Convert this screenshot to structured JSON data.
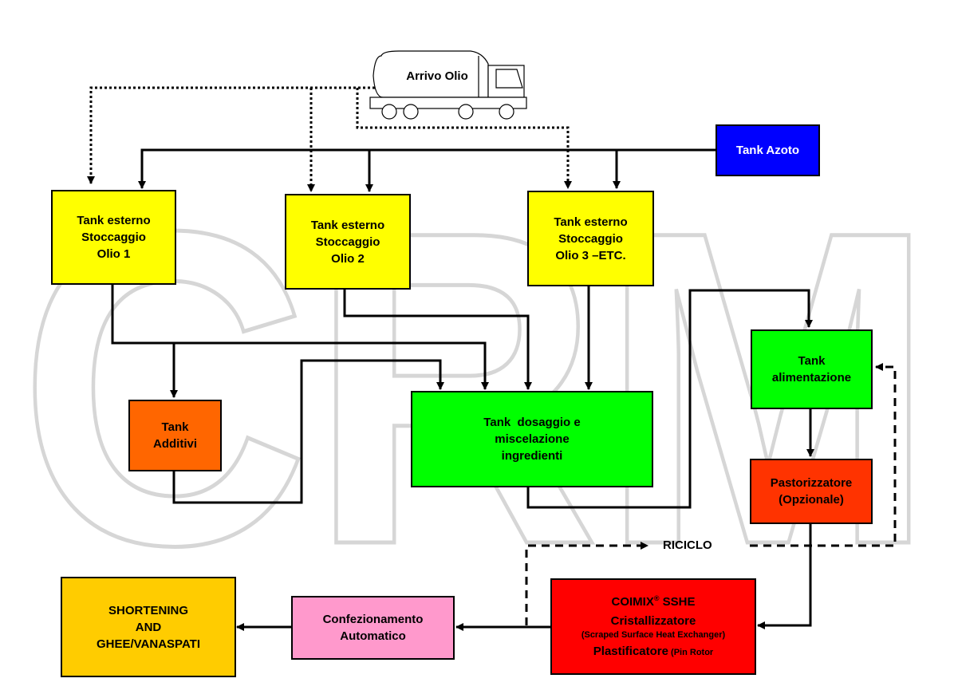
{
  "colors": {
    "yellow": "#ffff00",
    "blue": "#0000ff",
    "orange": "#ff6600",
    "green": "#00ff00",
    "red_orange": "#ff3300",
    "red": "#ff0000",
    "pink": "#ff99cc",
    "gold": "#ffcc00",
    "watermark": "#dcdcdc"
  },
  "watermark_text": "CRM",
  "truck": {
    "label": "Arrivo Olio",
    "icon": "tanker-truck-icon"
  },
  "nodes": {
    "tank_azoto": "Tank Azoto",
    "tank1": [
      "Tank esterno",
      "Stoccaggio",
      "Olio 1"
    ],
    "tank2": [
      "Tank esterno",
      "Stoccaggio",
      "Olio 2"
    ],
    "tank3": [
      "Tank esterno",
      "Stoccaggio",
      "Olio 3 –ETC."
    ],
    "additivi": [
      "Tank",
      "Additivi"
    ],
    "dosaggio": [
      "Tank  dosaggio e",
      "miscelazione",
      "ingredienti"
    ],
    "alimentazione": [
      "Tank",
      "alimentazione"
    ],
    "pastorizzatore": [
      "Pastorizzatore",
      "(Opzionale)"
    ],
    "coimix": {
      "title": "COIMIX",
      "reg": "®",
      "title_rest": " SSHE",
      "line2": "Cristallizzatore",
      "line3": "(Scraped Surface Heat Exchanger)",
      "line4": "Plastificatore",
      "line4_small": " (Pin Rotor"
    },
    "confezionamento": [
      "Confezionamento",
      "Automatico"
    ],
    "shortening": [
      "SHORTENING",
      "AND",
      "GHEE/VANASPATI"
    ]
  },
  "riciclo_label": "RICICLO"
}
